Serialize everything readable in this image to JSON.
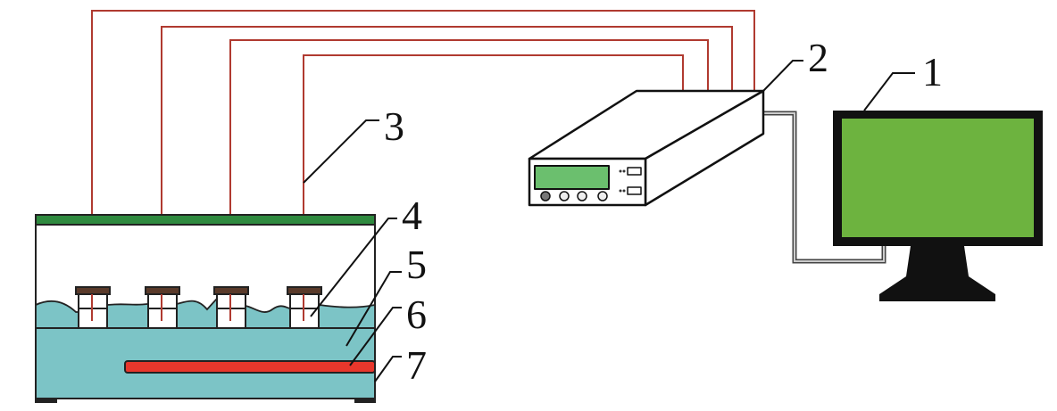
{
  "labels": {
    "monitor": "1",
    "device": "2",
    "wire": "3",
    "sensor": "4",
    "water": "5",
    "heater": "6",
    "tank": "7"
  },
  "colors": {
    "water": "#7cc4c6",
    "screen": "#6db33f",
    "lid": "#2f8a3f",
    "heater": "#e8372c",
    "wire": "#b03a30",
    "device_screen": "#6bbf6e"
  }
}
